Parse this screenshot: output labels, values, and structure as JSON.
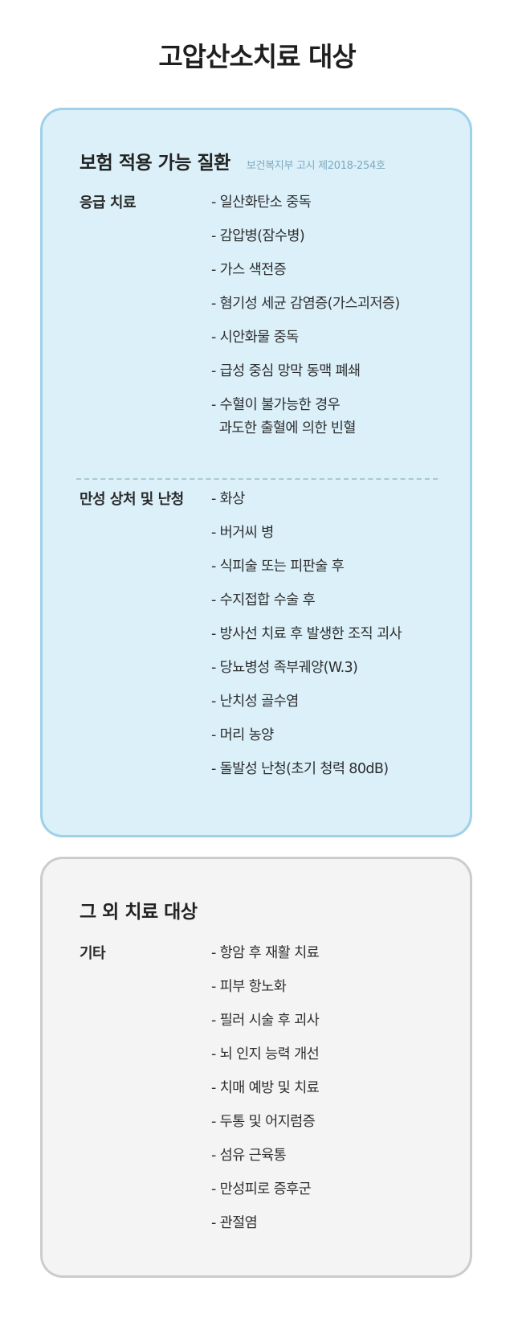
{
  "page_title": "고압산소치료 대상",
  "insurance_card": {
    "title": "보험 적용 가능 질환",
    "note": "보건복지부 고시 제2018-254호",
    "groups": [
      {
        "label": "응급 치료",
        "items": [
          "- 일산화탄소 중독",
          "- 감압병(잠수병)",
          "- 가스 색전증",
          "- 혐기성 세균 감염증(가스괴저증)",
          "- 시안화물 중독",
          "- 급성 중심 망막 동맥 폐쇄",
          "- 수혈이 불가능한 경우\n  과도한 출혈에 의한 빈혈"
        ]
      },
      {
        "label": "만성 상처 및 난청",
        "items": [
          "- 화상",
          "- 버거씨 병",
          "- 식피술 또는 피판술 후",
          "- 수지접합 수술 후",
          "- 방사선 치료 후 발생한 조직 괴사",
          "- 당뇨병성 족부궤양(W.3)",
          "- 난치성 골수염",
          "- 머리 농양",
          "- 돌발성 난청(초기 청력 80dB)"
        ]
      }
    ]
  },
  "other_card": {
    "title": "그 외 치료 대상",
    "groups": [
      {
        "label": "기타",
        "items": [
          "- 항암 후 재활 치료",
          "- 피부 항노화",
          "- 필러 시술 후 괴사",
          "- 뇌 인지 능력 개선",
          "- 치매 예방 및 치료",
          "- 두통 및 어지럼증",
          "- 섬유 근육통",
          "- 만성피로 증후군",
          "- 관절염"
        ]
      }
    ]
  }
}
